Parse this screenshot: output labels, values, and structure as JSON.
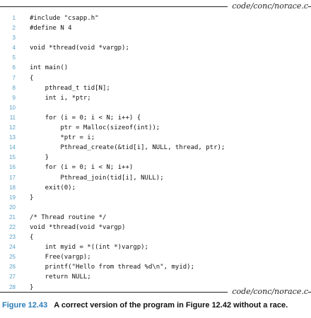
{
  "file_label": "code/conc/norace.c",
  "lines": [
    {
      "n": "1",
      "code": "#include \"csapp.h\""
    },
    {
      "n": "2",
      "code": "#define N 4"
    },
    {
      "n": "3",
      "code": ""
    },
    {
      "n": "4",
      "code": "void *thread(void *vargp);"
    },
    {
      "n": "5",
      "code": ""
    },
    {
      "n": "6",
      "code": "int main()"
    },
    {
      "n": "7",
      "code": "{"
    },
    {
      "n": "8",
      "code": "    pthread_t tid[N];"
    },
    {
      "n": "9",
      "code": "    int i, *ptr;"
    },
    {
      "n": "10",
      "code": ""
    },
    {
      "n": "11",
      "code": "    for (i = 0; i < N; i++) {"
    },
    {
      "n": "12",
      "code": "        ptr = Malloc(sizeof(int));"
    },
    {
      "n": "13",
      "code": "        *ptr = i;"
    },
    {
      "n": "14",
      "code": "        Pthread_create(&tid[i], NULL, thread, ptr);"
    },
    {
      "n": "15",
      "code": "    }"
    },
    {
      "n": "16",
      "code": "    for (i = 0; i < N; i++)"
    },
    {
      "n": "17",
      "code": "        Pthread_join(tid[i], NULL);"
    },
    {
      "n": "18",
      "code": "    exit(0);"
    },
    {
      "n": "19",
      "code": "}"
    },
    {
      "n": "20",
      "code": ""
    },
    {
      "n": "21",
      "code": "/* Thread routine */"
    },
    {
      "n": "22",
      "code": "void *thread(void *vargp)"
    },
    {
      "n": "23",
      "code": "{"
    },
    {
      "n": "24",
      "code": "    int myid = *((int *)vargp);"
    },
    {
      "n": "25",
      "code": "    Free(vargp);"
    },
    {
      "n": "26",
      "code": "    printf(\"Hello from thread %d\\n\", myid);"
    },
    {
      "n": "27",
      "code": "    return NULL;"
    },
    {
      "n": "28",
      "code": "}"
    }
  ],
  "caption": {
    "label": "Figure 12.43",
    "text": "A correct version of the program in Figure 12.42 without a race."
  },
  "colors": {
    "line_numbers": "#5aa0c8",
    "figure_label": "#2a7db8"
  }
}
